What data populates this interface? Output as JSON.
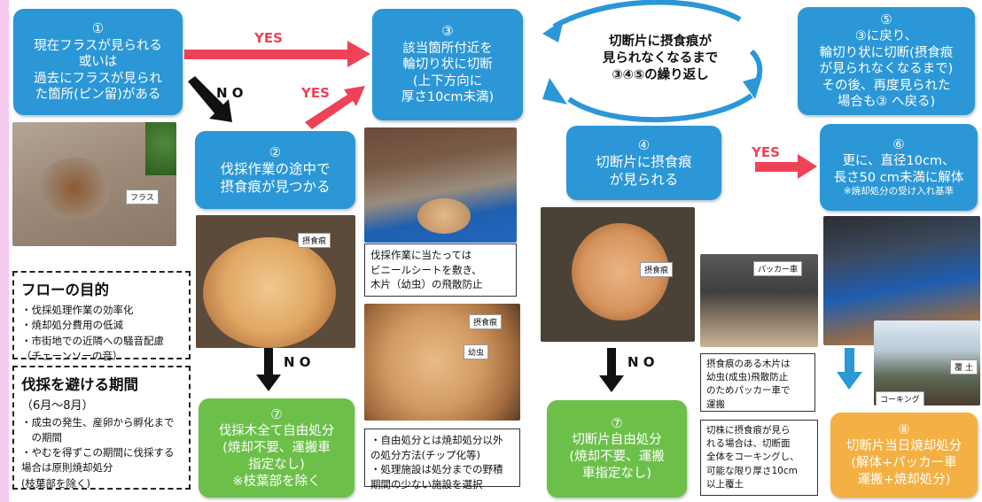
{
  "box1": {
    "num": "①",
    "l1": "現在フラスが見られる",
    "l2": "或いは",
    "l3": "過去にフラスが見られ",
    "l4": "た箇所(ピン留)がある"
  },
  "box2": {
    "num": "②",
    "l1": "伐採作業の途中で",
    "l2": "摂食痕が見つかる"
  },
  "box3": {
    "num": "③",
    "l1": "該当箇所付近を",
    "l2": "輪切り状に切断",
    "l3": "(上下方向に",
    "l4": "厚さ10cm未満)"
  },
  "box4": {
    "num": "④",
    "l1": "切断片に摂食痕",
    "l2": "が見られる"
  },
  "box5": {
    "num": "⑤",
    "l1": "③に戻り、",
    "l2": "輪切り状に切断(摂食痕",
    "l3": "が見られなくなるまで)",
    "l4": "その後、再度見られた",
    "l5": "場合も③ へ戻る)"
  },
  "box6": {
    "num": "⑥",
    "l1": "更に、直径10cm、",
    "l2": "長さ50 cm未満に解体",
    "l3": "※焼却処分の受け入れ基準"
  },
  "box7a": {
    "num": "⑦",
    "l1": "伐採木全て自由処分",
    "l2": "(焼却不要、運搬車",
    "l3": "指定なし)",
    "l4": "※枝葉部を除く"
  },
  "box7b": {
    "num": "⑦",
    "l1": "切断片自由処分",
    "l2": "(焼却不要、運搬",
    "l3": "車指定なし)"
  },
  "box8": {
    "num": "⑧",
    "l1": "切断片当日焼却処分",
    "l2": "(解体+パッカー車",
    "l3": "運搬+焼却処分)"
  },
  "cycle": {
    "l1": "切断片に摂食痕が",
    "l2": "見られなくなるまで",
    "l3": "③④⑤の繰り返し"
  },
  "arrows": {
    "yes1": "YES",
    "yes2": "YES",
    "yes3": "YES",
    "no1": "N O",
    "no2": "N O",
    "no3": "N O"
  },
  "purpose": {
    "title": "フローの目的",
    "i1": "・伐採処理作業の効率化",
    "i2": "・焼却処分費用の低減",
    "i3": "・市街地での近隣への騒音配慮",
    "i4": "（チェーンソーの音）"
  },
  "avoid": {
    "title": "伐採を避ける期間",
    "sub": "（6月～8月）",
    "i1": "・成虫の発生、産卵から孵化まで",
    "i2": "　の期間",
    "i3": "・やむを得ずこの期間に伐採する",
    "i4": "場合は原則焼却処分",
    "i5": "(枝葉部を除く)"
  },
  "notes": {
    "sheet": {
      "l1": "伐採作業に当たっては",
      "l2": "ビニールシートを敷き、",
      "l3": "木片（幼虫）の飛散防止"
    },
    "free": {
      "l1": "・自由処分とは焼却処分以外",
      "l2": "の処分方法(チップ化等)",
      "l3": "・処理施設は処分までの野積",
      "l4": "期間の少ない施設を選択"
    },
    "packer": {
      "l1": "摂食痕のある木片は",
      "l2": "幼虫(成虫)飛散防止",
      "l3": "のためパッカー車で",
      "l4": "運搬"
    },
    "stump": {
      "l1": "切株に摂食痕が見ら",
      "l2": "れる場合は、切断面",
      "l3": "全体をコーキングし、",
      "l4": "可能な限り厚さ10cm",
      "l5": "以上覆土"
    }
  },
  "photo_labels": {
    "frass": "フラス",
    "feeding1": "摂食痕",
    "feeding2": "摂食痕",
    "larva": "幼虫",
    "feeding3": "摂食痕",
    "packer": "パッカー車",
    "soil": "覆 土",
    "caulk": "コーキング"
  },
  "colors": {
    "blue": "#2b97d6",
    "green": "#6cc04a",
    "orange": "#f4b042",
    "red_arrow": "#ef4257",
    "pink": "#f6c9ee"
  }
}
